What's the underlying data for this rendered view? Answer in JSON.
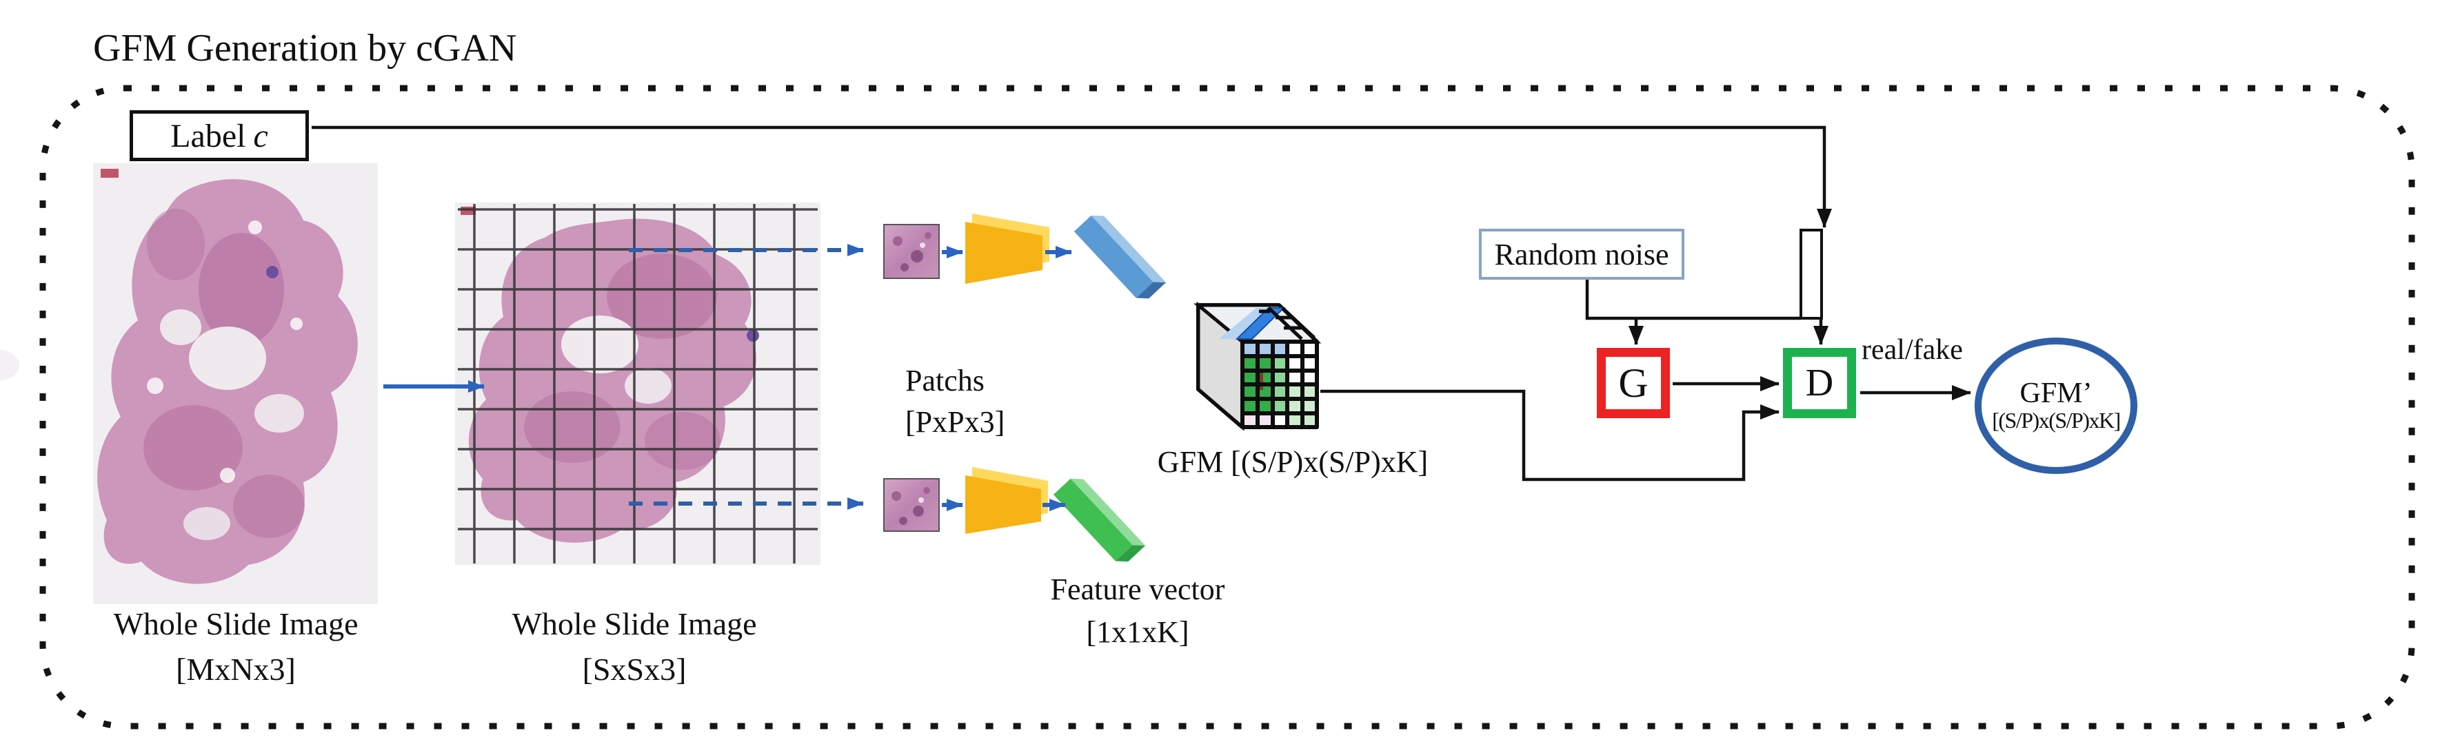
{
  "figure": {
    "title": "GFM Generation by cGAN",
    "label_box": {
      "prefix": "Label",
      "symbol": "c"
    },
    "wsi_original": {
      "title": "Whole Slide Image",
      "shape": "[MxNx3]"
    },
    "wsi_scaled": {
      "title": "Whole Slide Image",
      "shape": "[SxSx3]"
    },
    "patches": {
      "title": "Patchs",
      "shape": "[PxPx3]"
    },
    "feature_vector": {
      "title": "Feature vector",
      "shape": "[1x1xK]"
    },
    "gfm_caption": "GFM [(S/P)x(S/P)xK]",
    "random_noise_label": "Random noise",
    "generator_label": "G",
    "discriminator_label": "D",
    "discriminator_output": "real/fake",
    "generated_gfm": {
      "title": "GFM’",
      "shape": "[(S/P)x(S/P)xK]"
    }
  },
  "colors": {
    "connector_black": "#111111",
    "flow_arrow_blue": "#2b63c1",
    "dashed_arrow_blue": "#2f5fa7",
    "encoder_trapezoid": "#f7b215",
    "encoder_shadow": "#ffd95e",
    "feature_vector_blue": "#5b9bd5",
    "feature_vector_green": "#3fbf51",
    "generator_border": "#ee2222",
    "discriminator_border": "#1cb24e",
    "random_noise_border": "#87a3c6",
    "output_ellipse_border": "#2e5fa8",
    "tissue_pink": "#c98fb6",
    "wsi_background": "#f1eef1"
  }
}
